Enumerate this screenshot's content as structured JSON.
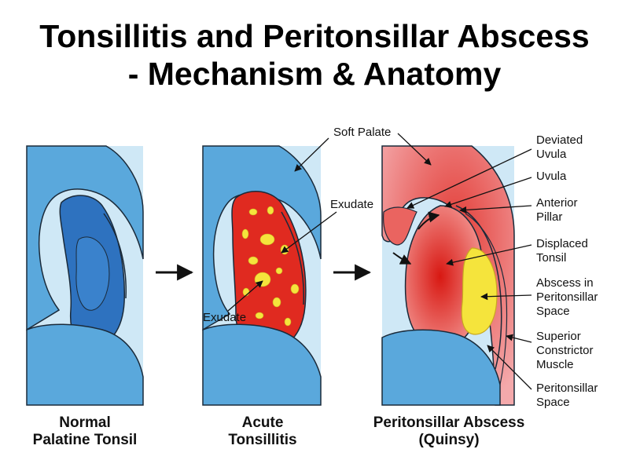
{
  "title": {
    "line1": "Tonsillitis and Peritonsillar Abscess",
    "line2": "- Mechanism & Anatomy"
  },
  "panels": [
    {
      "line1": "Normal",
      "line2": "Palatine Tonsil"
    },
    {
      "line1": "Acute",
      "line2": "Tonsillitis"
    },
    {
      "line1": "Peritonsillar Abscess",
      "line2": "(Quinsy)"
    }
  ],
  "labels": {
    "soft_palate": "Soft Palate",
    "exudate_top": "Exudate",
    "exudate_bottom": "Exudate",
    "deviated_uvula": [
      "Deviated",
      "Uvula"
    ],
    "uvula": "Uvula",
    "anterior_pillar": [
      "Anterior",
      "Pillar"
    ],
    "displaced_tonsil": [
      "Displaced",
      "Tonsil"
    ],
    "abscess": [
      "Abscess in",
      "Peritonsillar",
      "Space"
    ],
    "superior_constrictor": [
      "Superior",
      "Constrictor",
      "Muscle"
    ],
    "peritonsillar_space": [
      "Peritonsillar",
      "Space"
    ]
  },
  "colors": {
    "background_blue": "#cfe8f6",
    "tissue_blue": "#5aa8dc",
    "tonsil_blue": "#2e72bf",
    "inflamed_red": "#e02a20",
    "pink_tissue": "#f2a0a2",
    "exudate_yellow": "#f5e43c"
  }
}
